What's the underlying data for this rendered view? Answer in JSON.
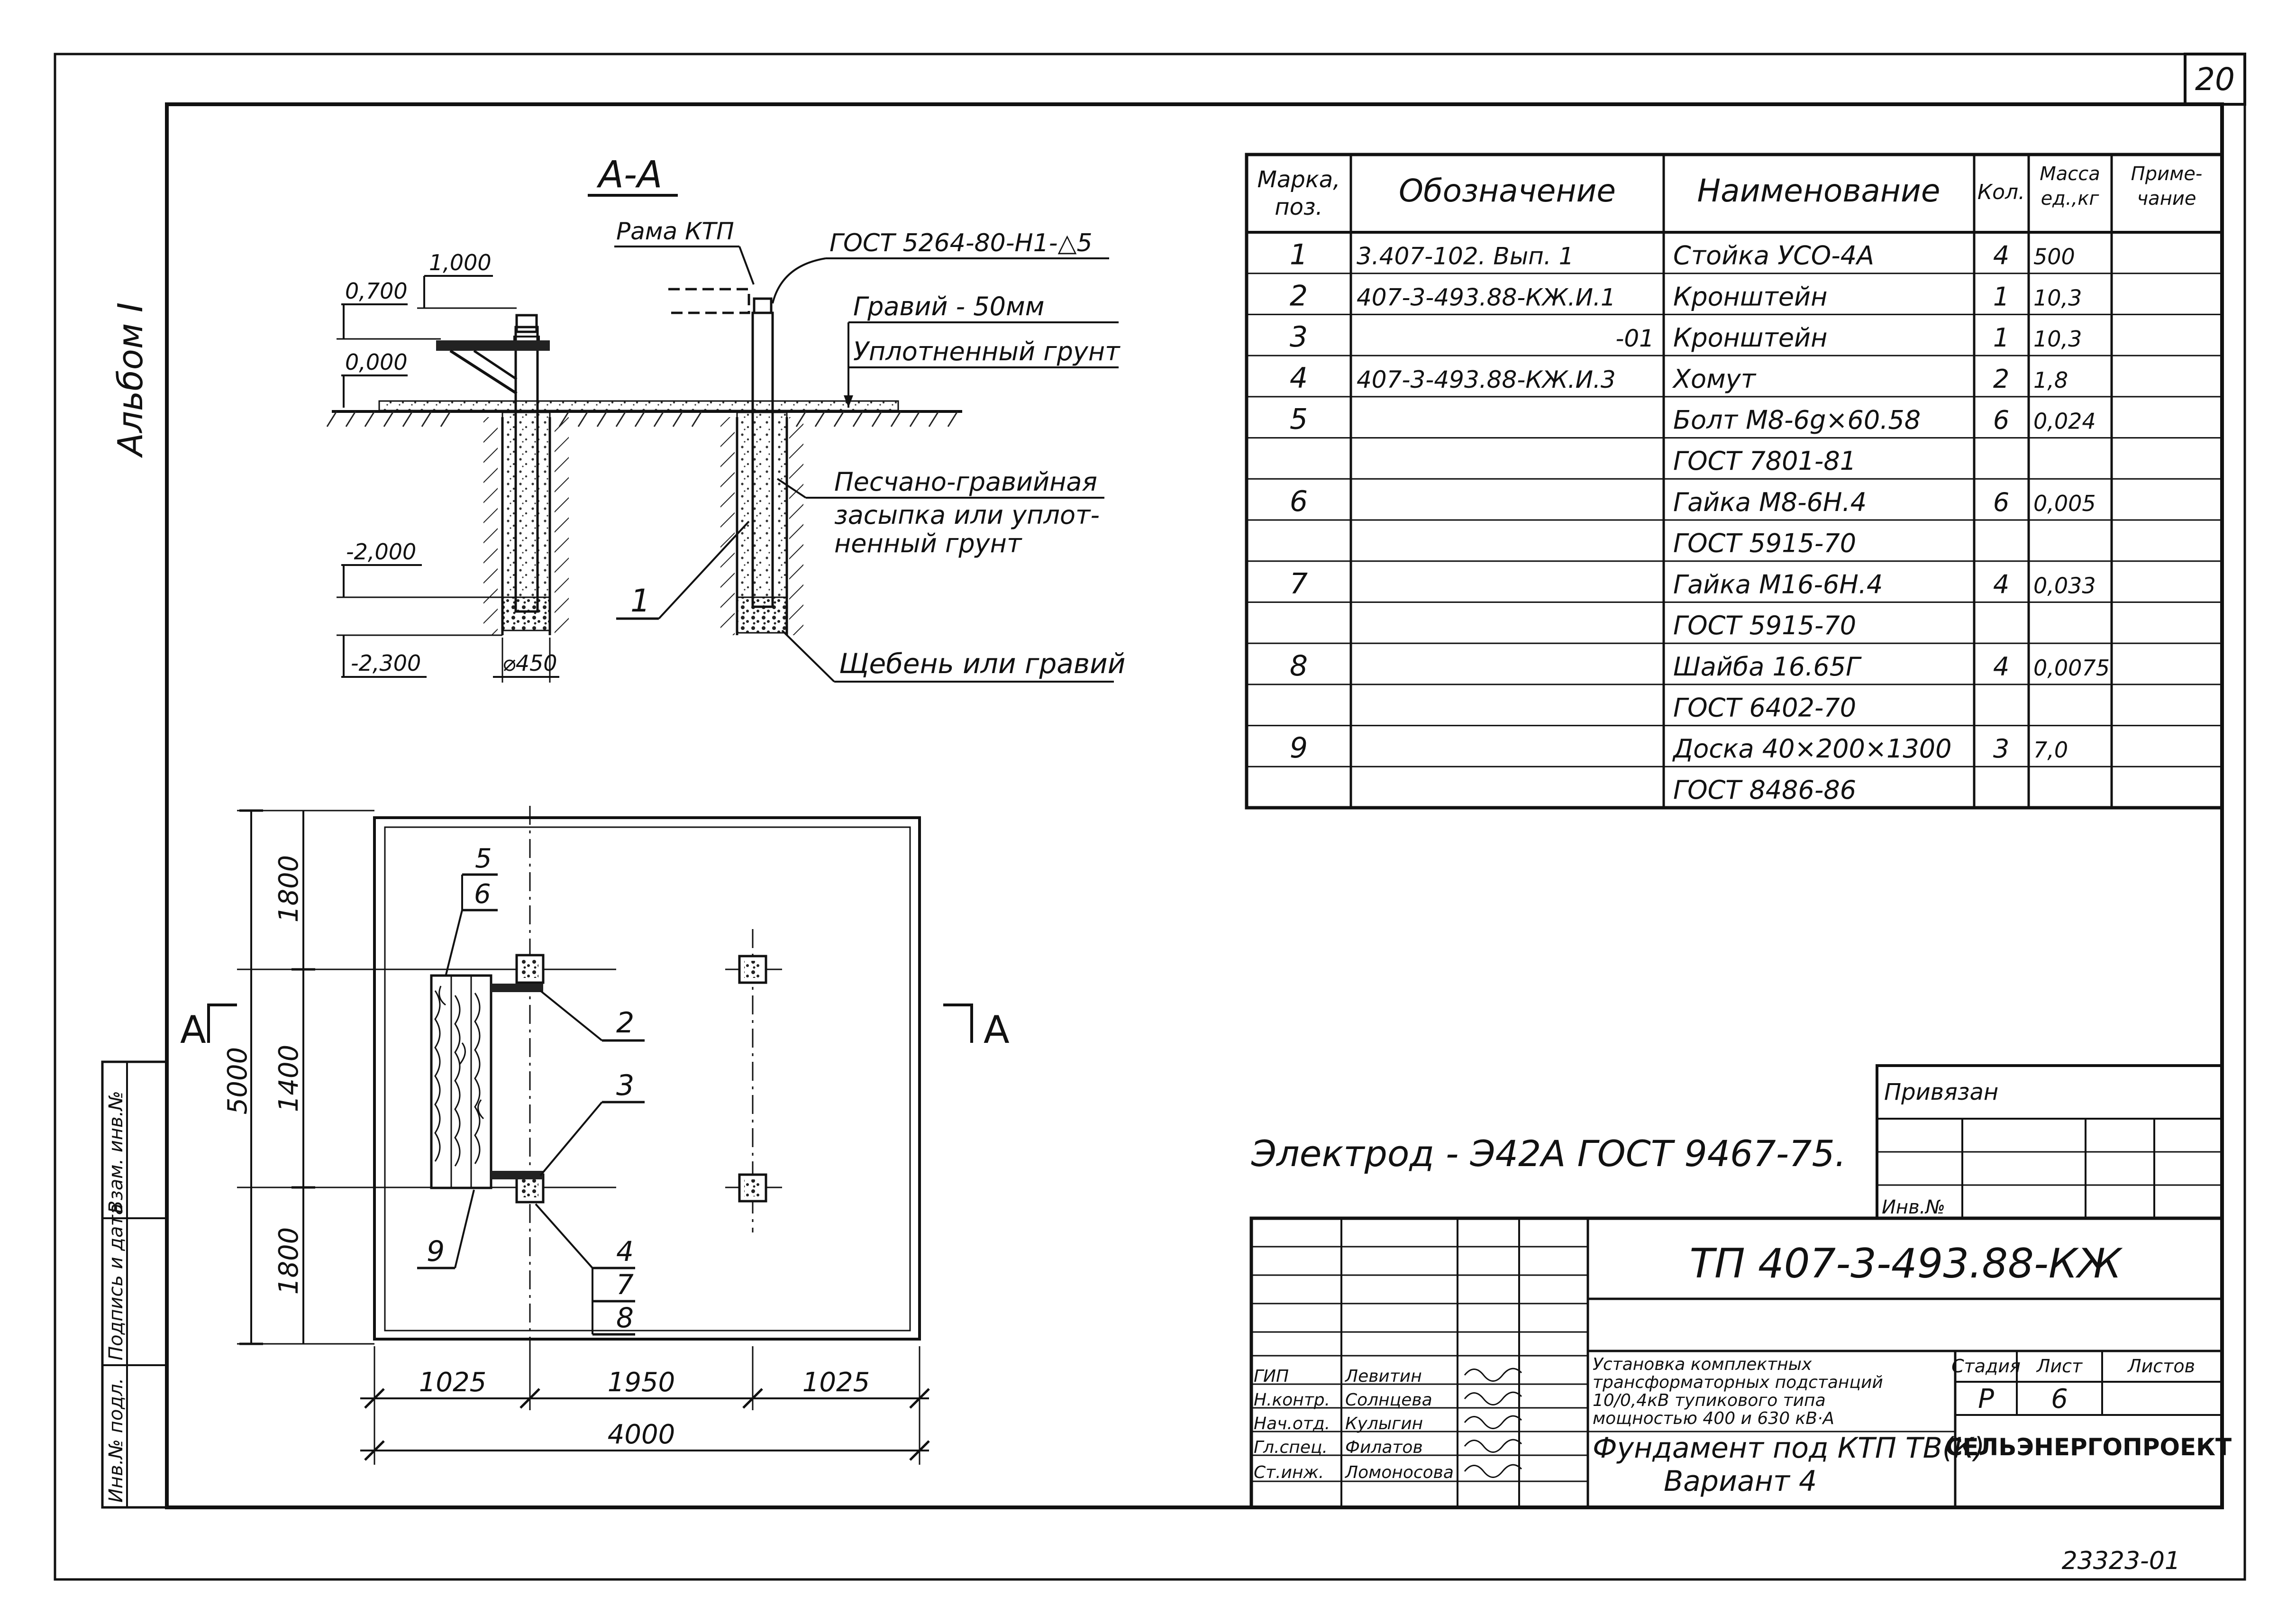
{
  "sheet": {
    "sheet_number": "20",
    "album": "Альбом I",
    "document_code": "23323-01"
  },
  "section": {
    "title": "А-А",
    "frame_label": "Рама КТП",
    "weld_note": "ГОСТ 5264-80-Н1-△5",
    "gravel_note": "Гравий - 50мм",
    "soil_note": "Уплотненный грунт",
    "backfill_note_lines": [
      "Песчано-гравийная",
      "засыпка или уплот-",
      "ненный грунт"
    ],
    "crushed_stone_note": "Щебень или гравий",
    "callout_1": "1",
    "levels": {
      "l1": "1,000",
      "l2": "0,700",
      "l3": "0,000",
      "l4": "-2,000",
      "l5": "-2,300"
    },
    "diameter": "⌀450"
  },
  "plan": {
    "section_mark_left": "А",
    "section_mark_right": "А",
    "overall_height": "5000",
    "dims_vertical": [
      "1800",
      "1400",
      "1800"
    ],
    "dims_horizontal": [
      "1025",
      "1950",
      "1025"
    ],
    "overall_width": "4000",
    "callouts": {
      "c2": "2",
      "c3": "3",
      "c5": "5",
      "c6": "6",
      "c4": "4",
      "c7": "7",
      "c8": "8",
      "c9": "9"
    }
  },
  "spec_table": {
    "headers": [
      "Марка, поз.",
      "Обозначение",
      "Наименование",
      "Кол.",
      "Масса ед., кг",
      "Приме- чание"
    ],
    "rows": [
      {
        "pos": "1",
        "designation": "3.407-102. Вып. 1",
        "name": "Стойка УСО-4А",
        "qty": "4",
        "mass": "500",
        "note": ""
      },
      {
        "pos": "2",
        "designation": "407-3-493.88-КЖ.И.1",
        "name": "Кронштейн",
        "qty": "1",
        "mass": "10,3",
        "note": ""
      },
      {
        "pos": "3",
        "designation": "-01",
        "name": "Кронштейн",
        "qty": "1",
        "mass": "10,3",
        "note": ""
      },
      {
        "pos": "4",
        "designation": "407-3-493.88-КЖ.И.3",
        "name": "Хомут",
        "qty": "2",
        "mass": "1,8",
        "note": ""
      },
      {
        "pos": "5",
        "designation": "",
        "name": "Болт М8-6g×60.58",
        "qty": "6",
        "mass": "0,024",
        "note": ""
      },
      {
        "pos": "",
        "designation": "",
        "name": "ГОСТ 7801-81",
        "qty": "",
        "mass": "",
        "note": ""
      },
      {
        "pos": "6",
        "designation": "",
        "name": "Гайка М8-6Н.4",
        "qty": "6",
        "mass": "0,005",
        "note": ""
      },
      {
        "pos": "",
        "designation": "",
        "name": "ГОСТ 5915-70",
        "qty": "",
        "mass": "",
        "note": ""
      },
      {
        "pos": "7",
        "designation": "",
        "name": "Гайка М16-6Н.4",
        "qty": "4",
        "mass": "0,033",
        "note": ""
      },
      {
        "pos": "",
        "designation": "",
        "name": "ГОСТ 5915-70",
        "qty": "",
        "mass": "",
        "note": ""
      },
      {
        "pos": "8",
        "designation": "",
        "name": "Шайба 16.65Г",
        "qty": "4",
        "mass": "0,0075",
        "note": ""
      },
      {
        "pos": "",
        "designation": "",
        "name": "ГОСТ 6402-70",
        "qty": "",
        "mass": "",
        "note": ""
      },
      {
        "pos": "9",
        "designation": "",
        "name": "Доска 40×200×1300",
        "qty": "3",
        "mass": "7,0",
        "note": ""
      },
      {
        "pos": "",
        "designation": "",
        "name": "ГОСТ 8486-86",
        "qty": "",
        "mass": "",
        "note": ""
      }
    ]
  },
  "electrode_note": "Электрод - Э42А ГОСТ 9467-75.",
  "binding_block": {
    "title": "Привязан",
    "inv_label": "Инв.№"
  },
  "left_stamp": {
    "labels": [
      "Инв.№ подл.",
      "Подпись и дата",
      "Взам. инв.№"
    ]
  },
  "title_block": {
    "project_code": "ТП 407-3-493.88-КЖ",
    "description_lines": [
      "Установка комплектных",
      "трансформаторных подстанций",
      "10/0,4кВ тупикового типа",
      "мощностью 400 и 630 кВ·А"
    ],
    "drawing_title_lines": [
      "Фундамент под КТП ТВ(К)",
      "Вариант 4"
    ],
    "stage_label": "Стадия",
    "sheet_label": "Лист",
    "sheets_label": "Листов",
    "stage": "Р",
    "sheet": "6",
    "organization": "СЕЛЬЭНЕРГОПРОЕКТ",
    "roles": [
      {
        "role": "ГИП",
        "name": "Левитин"
      },
      {
        "role": "Н.контр.",
        "name": "Солнцева"
      },
      {
        "role": "Нач.отд.",
        "name": "Кулыгин"
      },
      {
        "role": "Гл.спец.",
        "name": "Филатов"
      },
      {
        "role": "Ст.инж.",
        "name": "Ломоносова"
      }
    ]
  }
}
